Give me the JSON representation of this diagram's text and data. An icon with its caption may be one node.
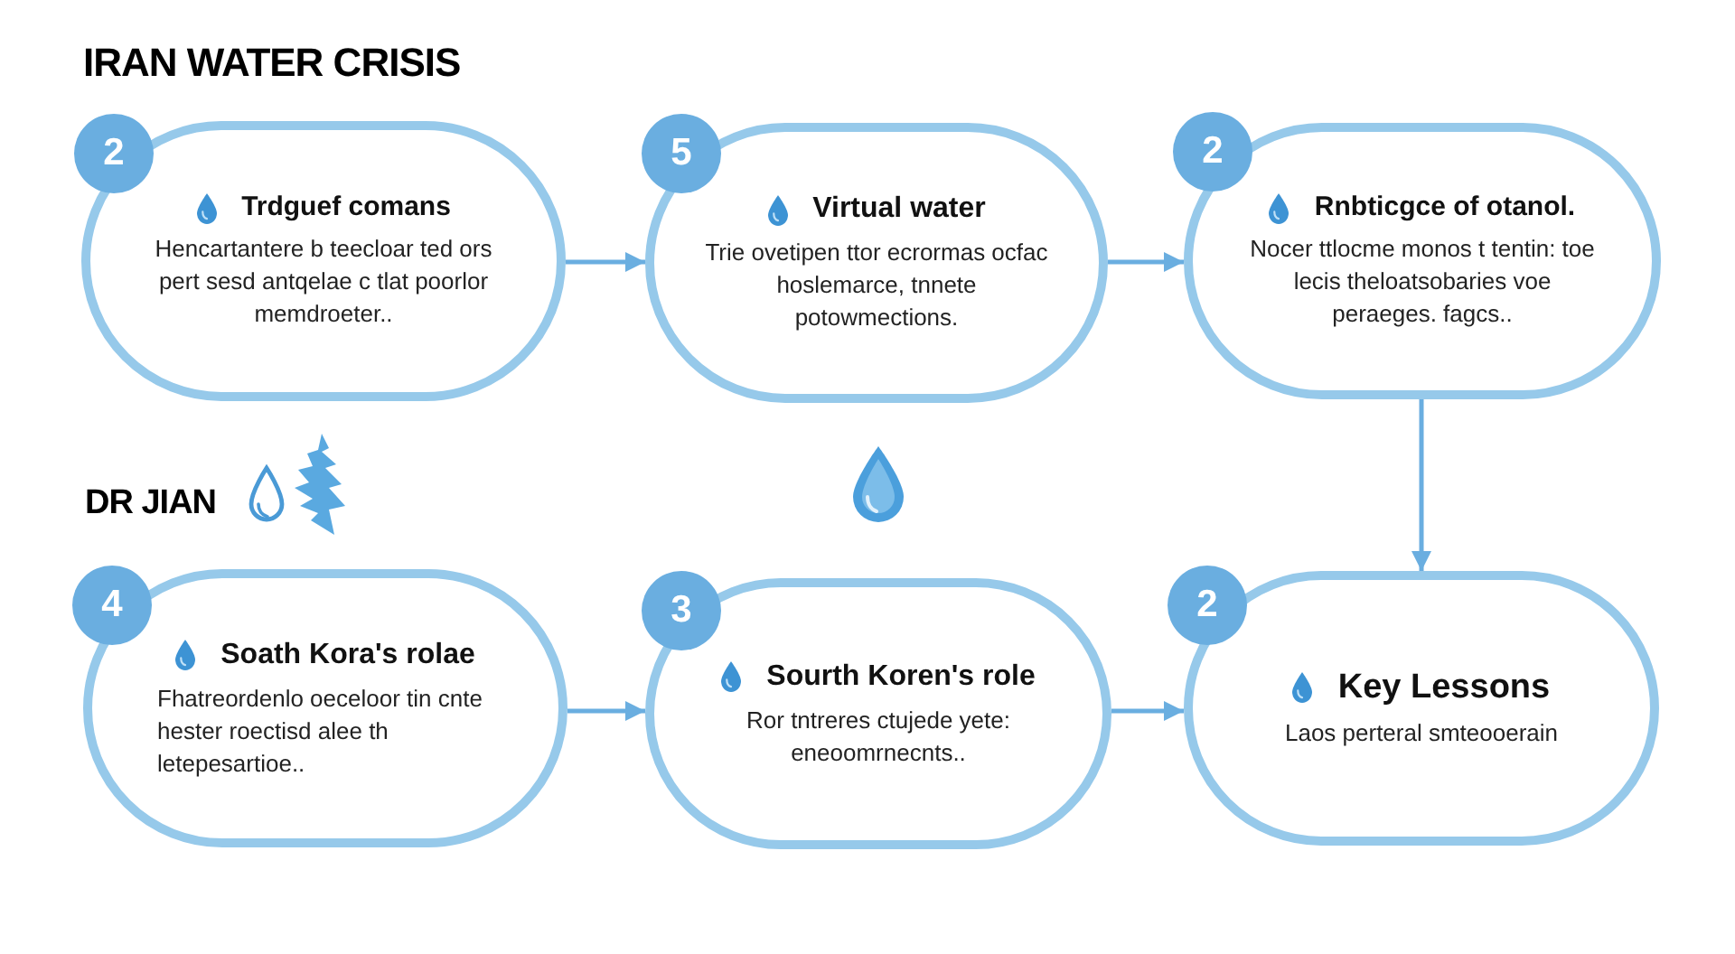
{
  "diagram": {
    "title": "IRAN WATER CRISIS",
    "nodes": [
      {
        "text": [
          "2"
        ]
      },
      {
        "text": [
          "Trdguef comans",
          "Hencartantere b teecloar ted ors pert sesd antqelae c tlat poorlor memdroeter.."
        ]
      },
      {
        "text": [
          "5"
        ]
      },
      {
        "text": [
          "Virtual water",
          "Trie ovetipen ttor ecrormas ocfac hoslemarce, tnnete potowmections."
        ]
      },
      {
        "text": [
          "2"
        ]
      },
      {
        "text": [
          "Rnbticgce of otanol.",
          "Nocer ttlocme monos t tentin: toe lecis theloatsobaries voe peraeges. fagcs.."
        ]
      },
      {
        "text": [
          "4"
        ]
      },
      {
        "text": [
          "Soath Kora's rolae",
          "Fhatreordenlo oeceloor tin cnte hester roectisd alee th letepesartioe.."
        ]
      },
      {
        "text": [
          "3"
        ]
      },
      {
        "text": [
          "Sourth Koren's role",
          "Ror tntreres ctujede yete: eneoomrnecnts.."
        ]
      },
      {
        "text": [
          "2"
        ]
      },
      {
        "text": [
          "Key Lessons",
          "Laos perteral smteooerain"
        ]
      }
    ],
    "edges": [
      {
        "from": 1,
        "to": 3,
        "arrow": "to"
      },
      {
        "from": 3,
        "to": 5,
        "arrow": "to"
      },
      {
        "from": 5,
        "to": 11,
        "arrow": "to"
      },
      {
        "from": 7,
        "to": 9,
        "arrow": "to"
      },
      {
        "from": 9,
        "to": 11,
        "arrow": "to"
      }
    ],
    "labels": [
      "DR JIAN"
    ]
  }
}
